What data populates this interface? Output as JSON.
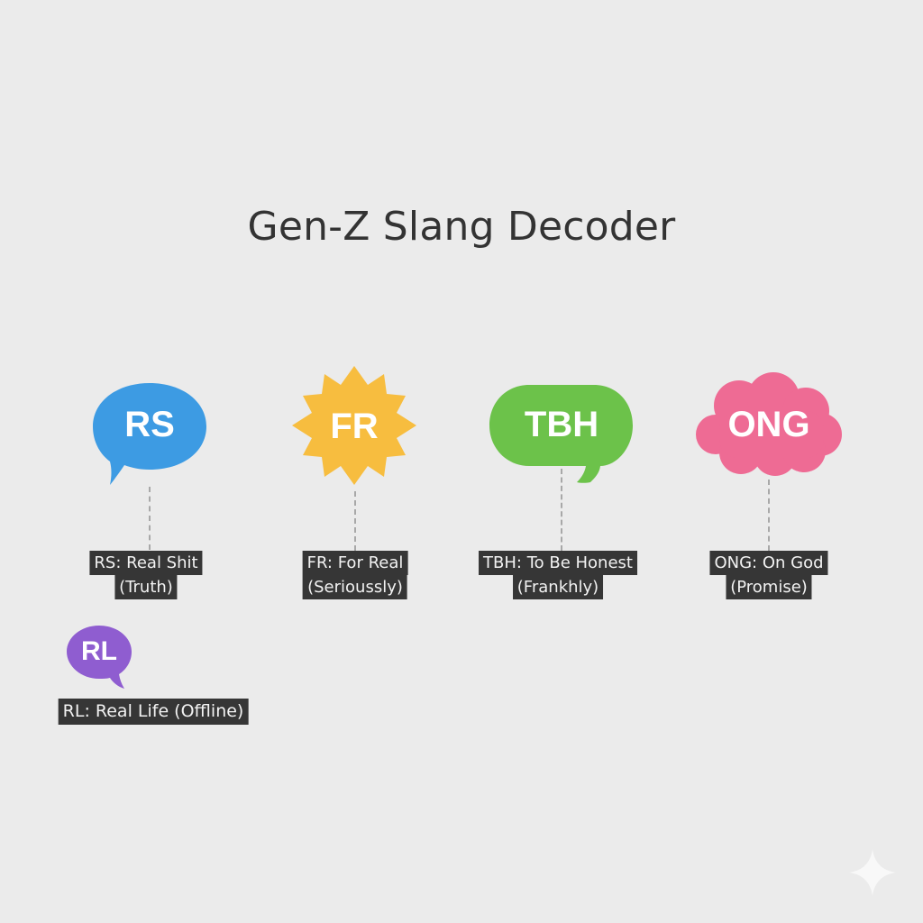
{
  "title": "Gen-Z Slang Decoder",
  "colors": {
    "background": "#ebebeb",
    "title_text": "#333333",
    "label_bg": "#363636",
    "label_text": "#f2f2f2",
    "connector": "#a8a8a8"
  },
  "terms": [
    {
      "abbr": "RS",
      "shape": "speech-bubble-oval",
      "color": "#3d9be3",
      "definition_line1": "RS: Real Shit",
      "definition_line2": "(Truth)"
    },
    {
      "abbr": "FR",
      "shape": "starburst",
      "color": "#f7bd3f",
      "definition_line1": "FR: For Real",
      "definition_line2": "(Serioussly)"
    },
    {
      "abbr": "TBH",
      "shape": "speech-bubble-rounded-rect",
      "color": "#6cc24a",
      "definition_line1": "TBH: To Be Honest",
      "definition_line2": "(Frankhly)"
    },
    {
      "abbr": "ONG",
      "shape": "cloud",
      "color": "#ee6b94",
      "definition_line1": "ONG: On God",
      "definition_line2": "(Promise)"
    },
    {
      "abbr": "RL",
      "shape": "speech-bubble-oval-small",
      "color": "#8f5dd0",
      "definition_line1": "RL: Real Life (Offline)"
    }
  ],
  "watermark": "sparkle-icon"
}
